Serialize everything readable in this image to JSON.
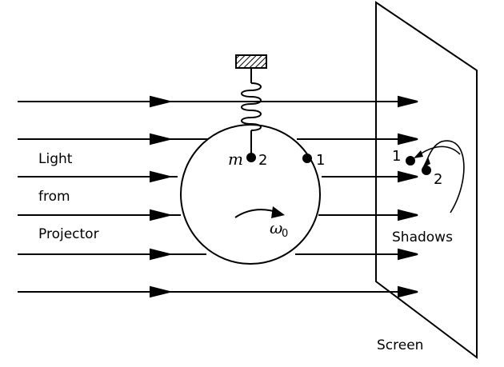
{
  "labels": {
    "light": "Light",
    "from": "from",
    "projector": "Projector",
    "shadows": "Shadows",
    "screen": "Screen",
    "mass": "m",
    "mass_pos_2": "2",
    "mass_pos_1": "1",
    "omega": "ω",
    "omega_sub": "0",
    "shadow_1": "1",
    "shadow_2": "2"
  },
  "colors": {
    "ink": "#000000",
    "background": "#ffffff"
  }
}
